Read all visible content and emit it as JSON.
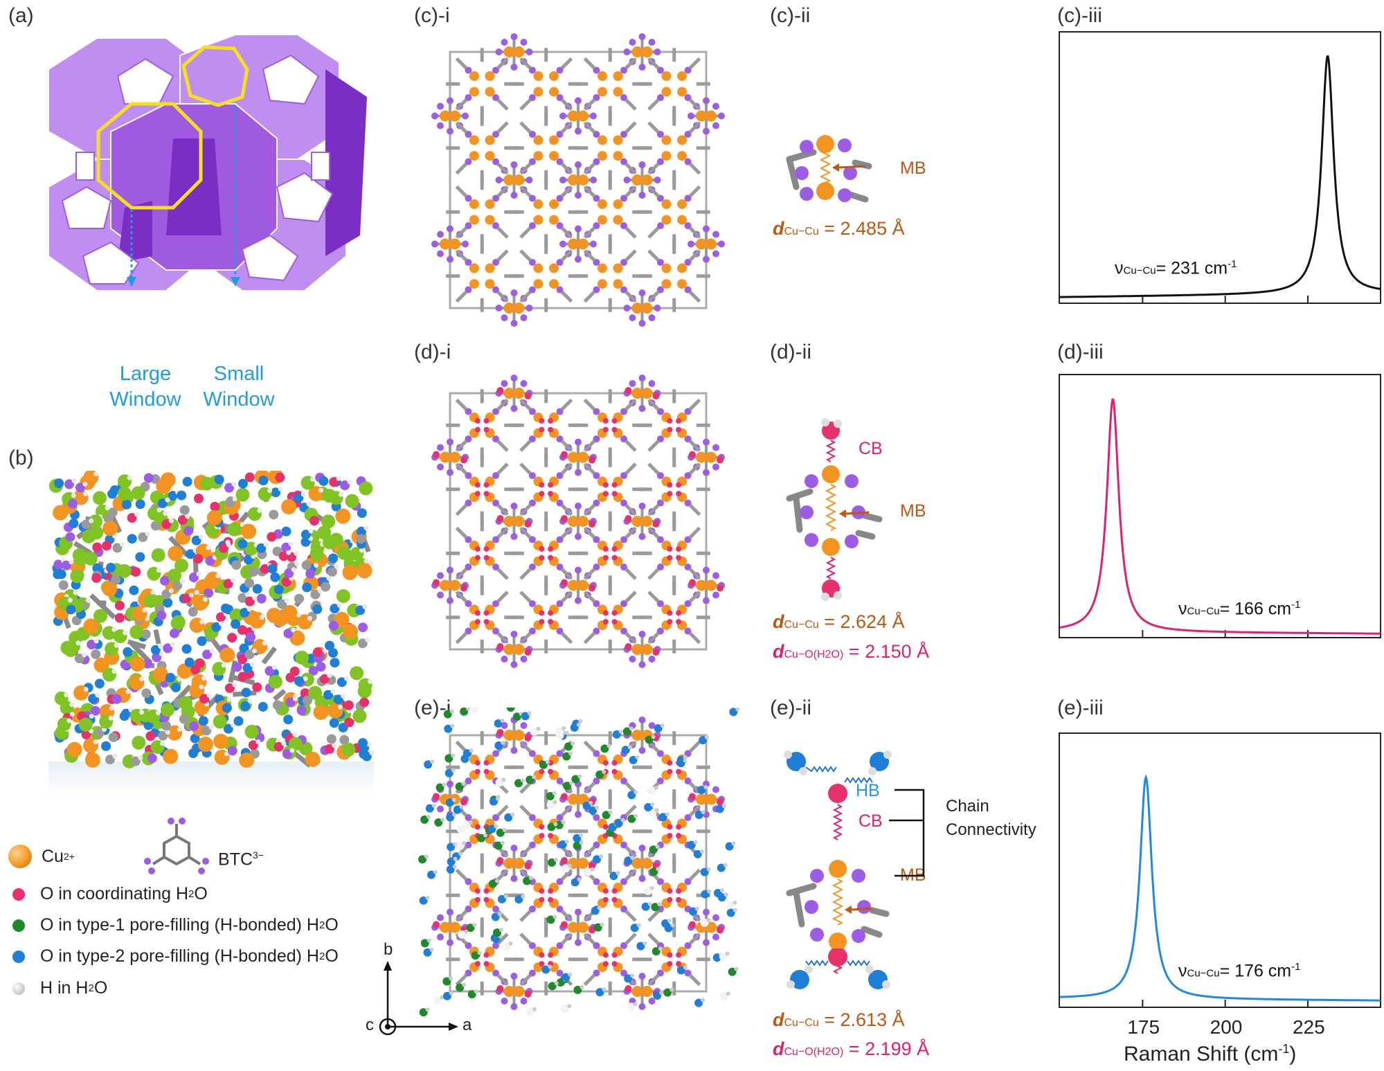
{
  "panels": {
    "a": "(a)",
    "b": "(b)",
    "ci": "(c)-i",
    "cii": "(c)-ii",
    "ciii": "(c)-iii",
    "di": "(d)-i",
    "dii": "(d)-ii",
    "diii": "(d)-iii",
    "ei": "(e)-i",
    "eii": "(e)-ii",
    "eiii": "(e)-iii"
  },
  "windows": {
    "large_1": "Large",
    "large_2": "Window",
    "small_1": "Small",
    "small_2": "Window"
  },
  "legend": {
    "cu": "Cu",
    "cu_sup": "2+",
    "btc": "BTC",
    "btc_sup": "3−",
    "o_coord": "O in coordinating H",
    "o_coord_tail": "O",
    "o_type1": "O in type-1 pore-filling (H-bonded) H",
    "o_type1_tail": "O",
    "o_type2": "O in type-2 pore-filling (H-bonded) H",
    "o_type2_tail": "O",
    "h": "H in H",
    "h_tail": "O",
    "sub2": "2"
  },
  "axes_labels": {
    "b": "b",
    "a": "a",
    "c": "c"
  },
  "bonds": {
    "mb": "MB",
    "cb": "CB",
    "hb": "HB",
    "chain_1": "Chain",
    "chain_2": "Connectivity"
  },
  "distances": {
    "d": "d",
    "cucu_sub": "Cu−Cu",
    "cuo_sub": "Cu−O(H2O)",
    "c_cucu": " = 2.485 Å",
    "d_cucu": " = 2.624 Å",
    "d_cuo": " = 2.150 Å",
    "e_cucu": " = 2.613 Å",
    "e_cuo": " = 2.199 Å"
  },
  "raman": {
    "nu": "ν",
    "nu_sub": "Cu−Cu",
    "c_val": "= 231 cm",
    "d_val": "= 166 cm",
    "e_val": "= 176 cm",
    "sup": "-1"
  },
  "colors": {
    "cu": "#f39420",
    "btc": "#9d5ce6",
    "o_coord": "#e8306a",
    "o_type1": "#1e8a2a",
    "o_type2": "#1e7fd8",
    "h": "#c8c8c8",
    "mb": "#c0560f",
    "cb": "#e21e6e",
    "hb": "#1e9be6",
    "window": "#1e9be6",
    "frame_purple": "#b57be8"
  },
  "chart_data": [
    {
      "type": "line",
      "panel": "(c)-iii",
      "series": [
        {
          "color": "#111111",
          "peak_x": 231,
          "peak_height": 0.92,
          "baseline": 0.02
        }
      ],
      "xlim": [
        150,
        247
      ],
      "ticks": [
        175,
        200,
        225
      ],
      "tick_labels_shown": false,
      "annotation": "νCu−Cu= 231 cm-1"
    },
    {
      "type": "line",
      "panel": "(d)-iii",
      "series": [
        {
          "color": "#e21e6e",
          "peak_x": 166,
          "peak_height": 0.93,
          "baseline": 0.02
        }
      ],
      "xlim": [
        150,
        247
      ],
      "ticks": [
        175,
        200,
        225
      ],
      "tick_labels_shown": false,
      "annotation": "νCu−Cu= 166 cm-1"
    },
    {
      "type": "line",
      "panel": "(e)-iii",
      "series": [
        {
          "color": "#1e88e5",
          "peak_x": 176,
          "peak_height": 0.86,
          "baseline": 0.03
        }
      ],
      "xlim": [
        150,
        247
      ],
      "ticks": [
        175,
        200,
        225
      ],
      "tick_labels": [
        "175",
        "200",
        "225"
      ],
      "xlabel": "Raman Shift (cm-1)",
      "annotation": "νCu−Cu= 176 cm-1"
    }
  ]
}
